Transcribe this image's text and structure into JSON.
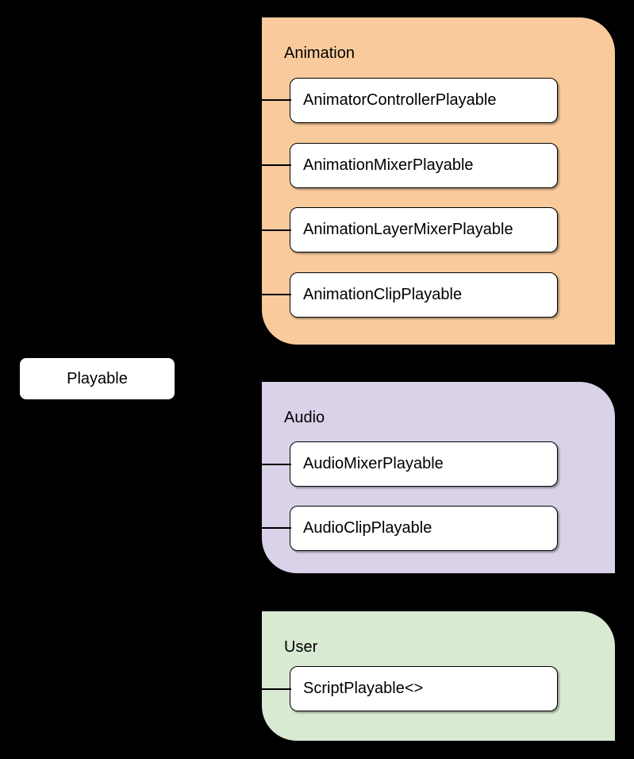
{
  "diagram": {
    "background_color": "#000000",
    "line_color": "#000000",
    "text_color": "#000000",
    "node_fill_color": "#FFFFFF",
    "root": {
      "label": "Playable"
    },
    "groups": [
      {
        "title": "Animation",
        "fill_color": "#F9CB9C",
        "boxes": [
          {
            "label": "AnimatorControllerPlayable"
          },
          {
            "label": "AnimationMixerPlayable"
          },
          {
            "label": "AnimationLayerMixerPlayable"
          },
          {
            "label": "AnimationClipPlayable"
          }
        ]
      },
      {
        "title": "Audio",
        "fill_color": "#D9D2E9",
        "boxes": [
          {
            "label": "AudioMixerPlayable"
          },
          {
            "label": "AudioClipPlayable"
          }
        ]
      },
      {
        "title": "User",
        "fill_color": "#D9EAD3",
        "boxes": [
          {
            "label": "ScriptPlayable<>"
          }
        ]
      }
    ]
  }
}
